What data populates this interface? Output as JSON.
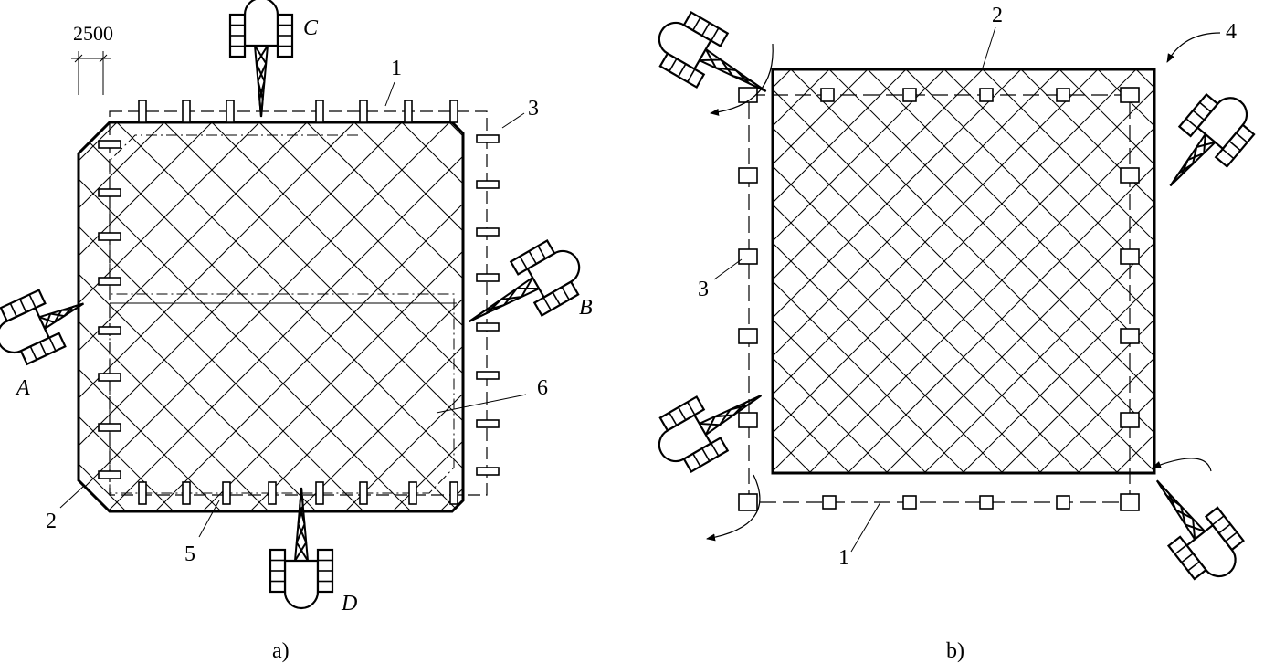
{
  "diagram_a": {
    "dimension": "2500",
    "callouts": [
      "1",
      "2",
      "3",
      "5",
      "6"
    ],
    "cranes": [
      "A",
      "B",
      "C",
      "D"
    ],
    "caption": "a)"
  },
  "diagram_b": {
    "callouts": [
      "1",
      "2",
      "3",
      "4"
    ],
    "caption": "b)"
  },
  "colors": {
    "line": "#000000",
    "background": "#ffffff"
  }
}
